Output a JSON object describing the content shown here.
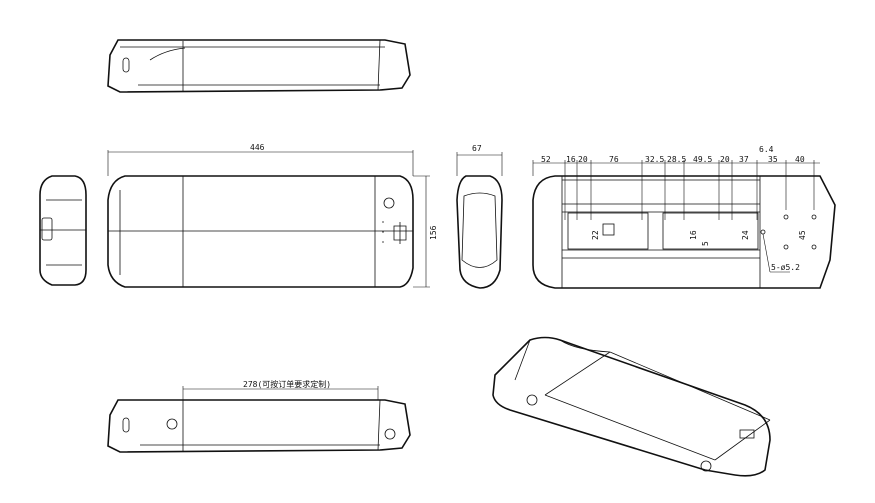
{
  "dimensions": {
    "length": "446",
    "height": "156",
    "end_width": "67",
    "hole_spacing": [
      "52",
      "16",
      "20",
      "76",
      "32.5",
      "28.5",
      "49.5",
      "20",
      "37",
      "6.4",
      "35",
      "40"
    ],
    "inner": {
      "a": "22",
      "b": "16",
      "c": "5",
      "d": "24",
      "e": "45"
    },
    "holes": "5-ø5.2",
    "rail_length": "278(可按订单要求定制)"
  }
}
